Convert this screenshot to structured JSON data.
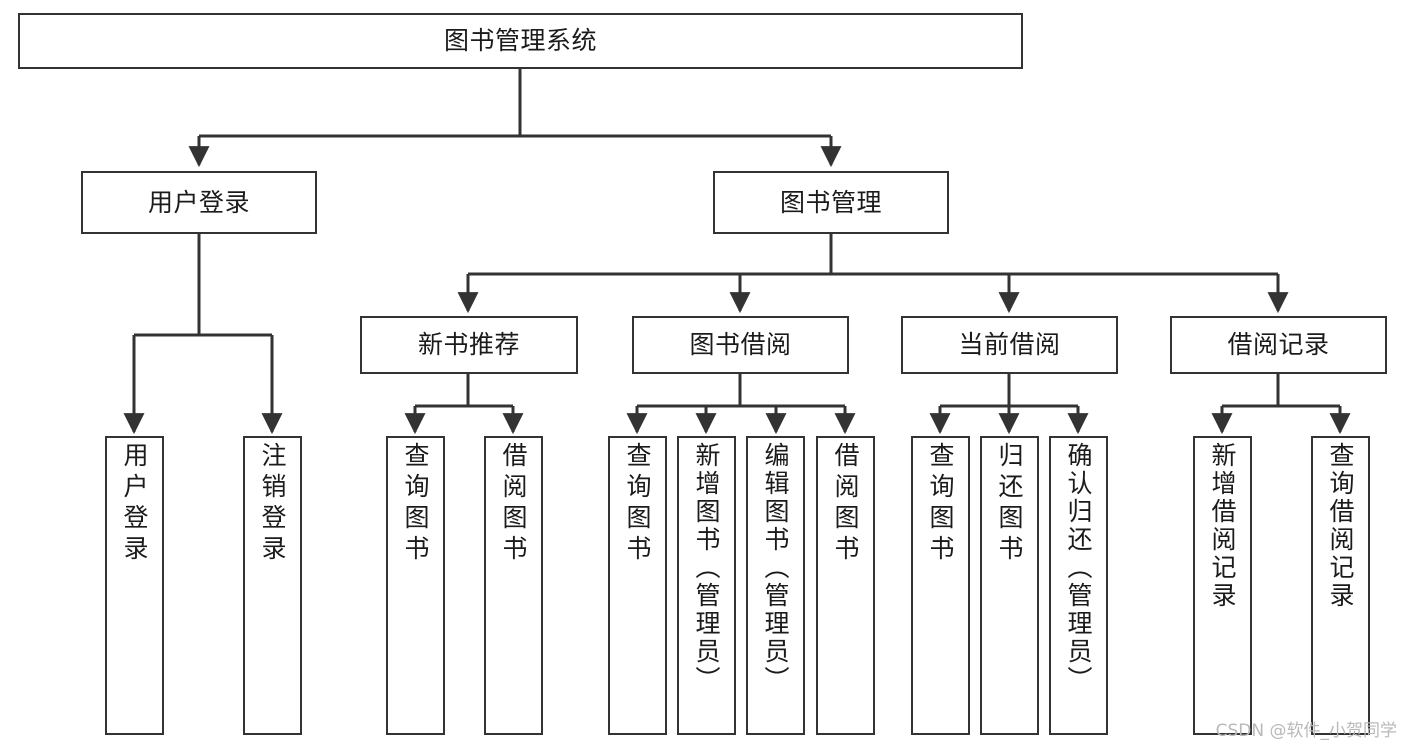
{
  "diagram": {
    "title": "图书管理系统",
    "type": "tree",
    "watermark": "CSDN @软件_小贺同学",
    "colors": {
      "box_border": "#333333",
      "box_fill": "#ffffff",
      "connector": "#333333",
      "text": "#1b1b1b",
      "watermark": "#b9b9b9"
    },
    "levels": {
      "root": {
        "label": "图书管理系统"
      },
      "level2": [
        {
          "label": "用户登录"
        },
        {
          "label": "图书管理"
        }
      ],
      "level3": [
        {
          "label": "新书推荐"
        },
        {
          "label": "图书借阅"
        },
        {
          "label": "当前借阅"
        },
        {
          "label": "借阅记录"
        }
      ],
      "leaves_user_login": [
        {
          "label": "用户登录"
        },
        {
          "label": "注销登录"
        }
      ],
      "leaves_new_books": [
        {
          "label": "查询图书"
        },
        {
          "label": "借阅图书"
        }
      ],
      "leaves_borrow": [
        {
          "label": "查询图书"
        },
        {
          "label": "新增图书（管理员）"
        },
        {
          "label": "编辑图书（管理员）"
        },
        {
          "label": "借阅图书"
        }
      ],
      "leaves_current": [
        {
          "label": "查询图书"
        },
        {
          "label": "归还图书"
        },
        {
          "label": "确认归还（管理员）"
        }
      ],
      "leaves_records": [
        {
          "label": "新增借阅记录"
        },
        {
          "label": "查询借阅记录"
        }
      ]
    }
  }
}
